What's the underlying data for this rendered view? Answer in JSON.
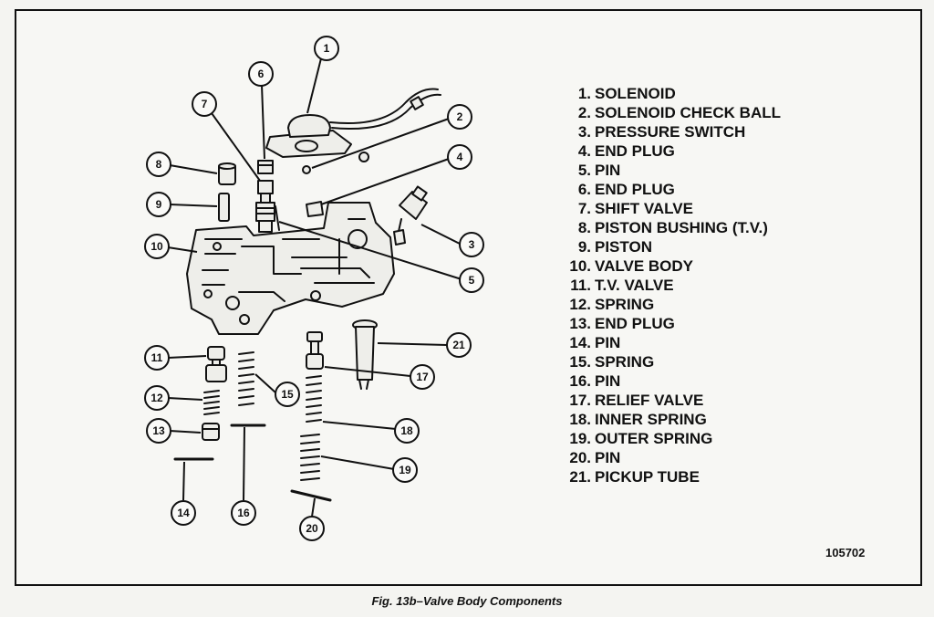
{
  "legend": [
    {
      "num": "1.",
      "label": "SOLENOID"
    },
    {
      "num": "2.",
      "label": "SOLENOID CHECK BALL"
    },
    {
      "num": "3.",
      "label": "PRESSURE SWITCH"
    },
    {
      "num": "4.",
      "label": "END PLUG"
    },
    {
      "num": "5.",
      "label": "PIN"
    },
    {
      "num": "6.",
      "label": "END PLUG"
    },
    {
      "num": "7.",
      "label": "SHIFT VALVE"
    },
    {
      "num": "8.",
      "label": "PISTON BUSHING (T.V.)"
    },
    {
      "num": "9.",
      "label": "PISTON"
    },
    {
      "num": "10.",
      "label": "VALVE BODY"
    },
    {
      "num": "11.",
      "label": "T.V. VALVE"
    },
    {
      "num": "12.",
      "label": "SPRING"
    },
    {
      "num": "13.",
      "label": "END PLUG"
    },
    {
      "num": "14.",
      "label": "PIN"
    },
    {
      "num": "15.",
      "label": "SPRING"
    },
    {
      "num": "16.",
      "label": "PIN"
    },
    {
      "num": "17.",
      "label": "RELIEF VALVE"
    },
    {
      "num": "18.",
      "label": "INNER SPRING"
    },
    {
      "num": "19.",
      "label": "OUTER SPRING"
    },
    {
      "num": "20.",
      "label": "PIN"
    },
    {
      "num": "21.",
      "label": "PICKUP TUBE"
    }
  ],
  "callouts": [
    "1",
    "2",
    "3",
    "4",
    "5",
    "6",
    "7",
    "8",
    "9",
    "10",
    "11",
    "12",
    "13",
    "14",
    "15",
    "16",
    "17",
    "18",
    "19",
    "20",
    "21"
  ],
  "figure_id": "105702",
  "caption": "Fig. 13b–Valve Body Components"
}
